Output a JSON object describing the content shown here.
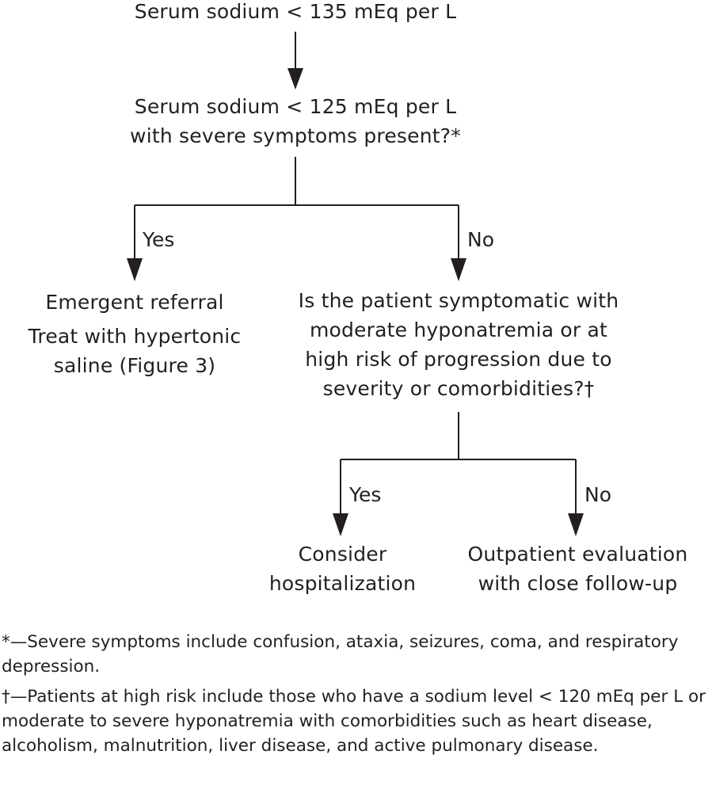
{
  "flowchart": {
    "start": "Serum sodium < 135 mEq per L",
    "question1": {
      "line1": "Serum sodium < 125 mEq per L",
      "line2": "with severe symptoms present?*"
    },
    "yes1_label": "Yes",
    "no1_label": "No",
    "emergent": {
      "line1": "Emergent referral",
      "line2": "Treat with hypertonic",
      "line3": "saline (Figure 3)"
    },
    "question2": {
      "line1": "Is the patient symptomatic with",
      "line2": "moderate hyponatremia or at",
      "line3": "high risk of progression due to",
      "line4": "severity or comorbidities?†"
    },
    "yes2_label": "Yes",
    "no2_label": "No",
    "hospitalization": {
      "line1": "Consider",
      "line2": "hospitalization"
    },
    "outpatient": {
      "line1": "Outpatient evaluation",
      "line2": "with close follow-up"
    }
  },
  "footnotes": {
    "severe_symptoms": "*—Severe symptoms include confusion, ataxia, seizures, coma, and respiratory depression.",
    "high_risk": "†—Patients at high risk include those who have a sodium level < 120 mEq per L or moderate to severe hyponatremia with comorbidities such as heart disease, alcoholism, malnutrition, liver disease, and active pulmonary disease."
  },
  "colors": {
    "ink": "#231f20",
    "background": "#ffffff"
  }
}
